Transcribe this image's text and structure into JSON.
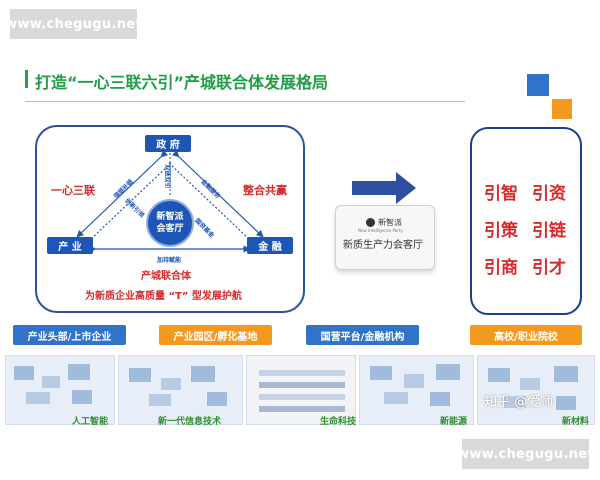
{
  "watermarks": {
    "top": "www.chegugu.net",
    "bottom": "www.chegugu.net",
    "zhihu": "知乎 @爱师"
  },
  "title": "打造“一心三联六引”产城联合体发展格局",
  "triangle": {
    "top_node": "政 府",
    "left_node": "产 业",
    "right_node": "金 融",
    "center_line1": "新智派",
    "center_line2": "会客厅",
    "edge_left_outer": "强链补链",
    "edge_left_inner": "创新引领",
    "edge_right_outer": "金融服务",
    "edge_right_inner": "国资基金",
    "edge_top_inner": "双链双引",
    "edge_bottom": "加持赋能"
  },
  "left_labels": {
    "yixin": "一心三联",
    "zhenghe": "整合共赢",
    "lianhe": "产城联合体",
    "tagline": "为新质企业高质量 “T” 型发展护航"
  },
  "card": {
    "logo_text": "新智派",
    "logo_sub": "New Intelligence Party",
    "label": "新质生产力会客厅"
  },
  "yin": [
    "引智",
    "引资",
    "引策",
    "引链",
    "引商",
    "引才"
  ],
  "strips": [
    {
      "label": "产业头部/上市企业",
      "color": "#2f74c9"
    },
    {
      "label": "产业园区/孵化基地",
      "color": "#f39a1e"
    },
    {
      "label": "国营平台/金融机构",
      "color": "#2f74c9"
    },
    {
      "label": "高校/职业院校",
      "color": "#f39a1e"
    }
  ],
  "panels": [
    "人工智能",
    "新一代信息技术",
    "生命科技",
    "新能源",
    "新材料"
  ],
  "colors": {
    "green": "#1f9e45",
    "blue": "#1e56b6",
    "red": "#d52b2b",
    "orange": "#f39a1e"
  }
}
